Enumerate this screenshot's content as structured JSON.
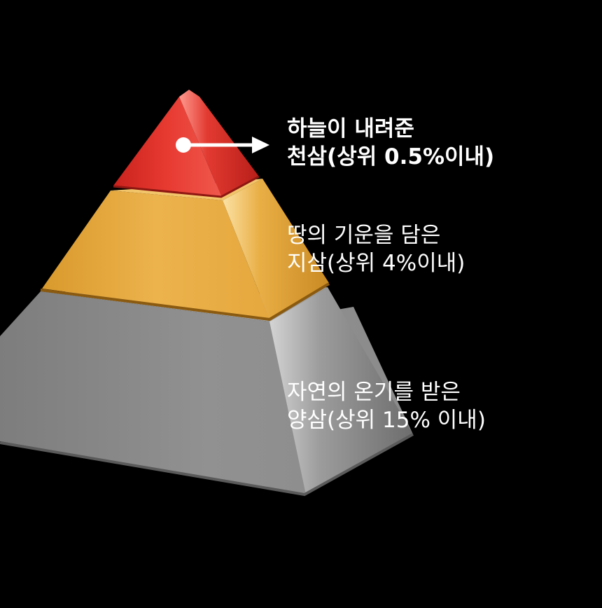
{
  "tiers": [
    {
      "line1": "하늘이 내려준",
      "line2": "천삼(상위 0.5%이내)",
      "color": "#e3332c"
    },
    {
      "line1": "땅의 기운을 담은",
      "line2": "지삼(상위 4%이내)",
      "color": "#e6a93f"
    },
    {
      "line1": "자연의 온기를 받은",
      "line2": "양삼(상위 15% 이내)",
      "color": "#8a8a8a"
    }
  ],
  "background": "#000000",
  "pointer": {
    "color": "#ffffff",
    "icon": "arrow-right-icon"
  }
}
